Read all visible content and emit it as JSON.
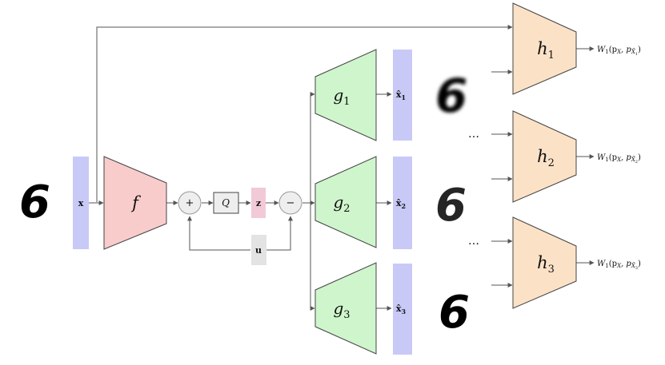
{
  "nodes": {
    "input_digit": "6",
    "x": "x",
    "f": "f",
    "plus": "+",
    "Q": "Q",
    "z": "z",
    "u": "u",
    "minus": "−",
    "g1": "g",
    "g1_sub": "1",
    "g2": "g",
    "g2_sub": "2",
    "g3": "g",
    "g3_sub": "3",
    "xhat1": "x̂",
    "xhat1_sub": "1",
    "xhat2": "x̂",
    "xhat2_sub": "2",
    "xhat3": "x̂",
    "xhat3_sub": "3",
    "recon_digit_1": "6",
    "recon_digit_2": "6",
    "recon_digit_3": "6",
    "h1": "h",
    "h1_sub": "1",
    "h2": "h",
    "h2_sub": "2",
    "h3": "h",
    "h3_sub": "3",
    "dots_2": "…",
    "dots_3": "…"
  },
  "outputs": {
    "w1_main": "W",
    "w1_sub": "1",
    "w1_args": "(p",
    "w1_px": "X",
    "w1_sep": ", p",
    "w1_xhat": "X̂",
    "w1_xhat_sub": "1",
    "w1_close": ")",
    "w2_main": "W",
    "w2_sub": "1",
    "w2_args": "(p",
    "w2_px": "X",
    "w2_sep": ", p",
    "w2_xhat": "X̂",
    "w2_xhat_sub": "2",
    "w2_close": ")",
    "w3_main": "W",
    "w3_sub": "1",
    "w3_args": "(p",
    "w3_px": "X",
    "w3_sep": ", p",
    "w3_xhat": "X̂",
    "w3_xhat_sub": "3",
    "w3_close": ")"
  },
  "colors": {
    "vector_blue": "#c9c9f7",
    "encoder_red": "#f9cccc",
    "decoder_green": "#cff5cc",
    "critic_orange": "#fbe2c7",
    "z_pink": "#f2c9d6",
    "u_gray": "#e3e3e3",
    "node_gray": "#eeeeee",
    "arrow": "#555555"
  }
}
